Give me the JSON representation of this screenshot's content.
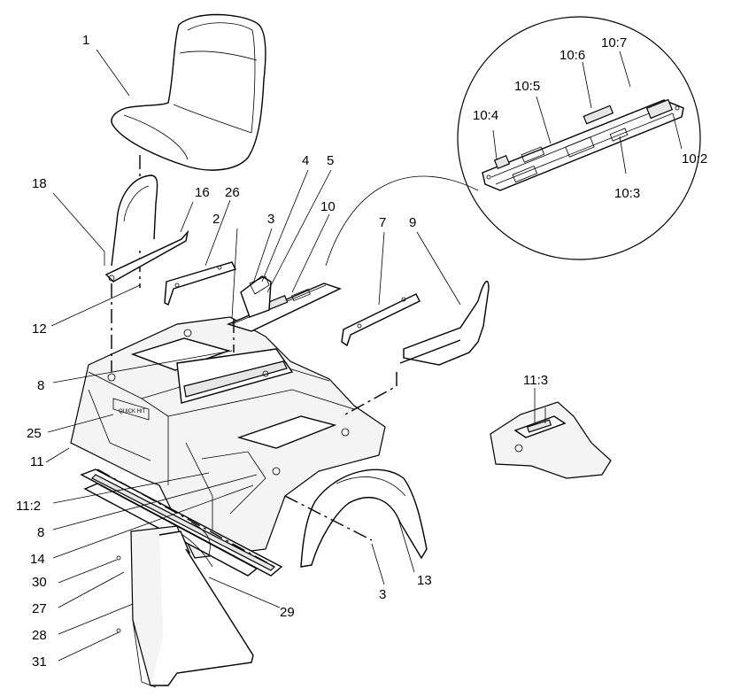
{
  "callouts": [
    {
      "id": "1",
      "text": "1"
    },
    {
      "id": "2",
      "text": "2"
    },
    {
      "id": "3a",
      "text": "3"
    },
    {
      "id": "3b",
      "text": "3"
    },
    {
      "id": "4",
      "text": "4"
    },
    {
      "id": "5",
      "text": "5"
    },
    {
      "id": "7",
      "text": "7"
    },
    {
      "id": "8a",
      "text": "8"
    },
    {
      "id": "8b",
      "text": "8"
    },
    {
      "id": "9",
      "text": "9"
    },
    {
      "id": "10",
      "text": "10"
    },
    {
      "id": "10_2",
      "text": "10:2"
    },
    {
      "id": "10_3",
      "text": "10:3"
    },
    {
      "id": "10_4",
      "text": "10:4"
    },
    {
      "id": "10_5",
      "text": "10:5"
    },
    {
      "id": "10_6",
      "text": "10:6"
    },
    {
      "id": "10_7",
      "text": "10:7"
    },
    {
      "id": "11",
      "text": "11"
    },
    {
      "id": "11_2",
      "text": "11:2"
    },
    {
      "id": "11_3",
      "text": "11:3"
    },
    {
      "id": "12",
      "text": "12"
    },
    {
      "id": "13",
      "text": "13"
    },
    {
      "id": "14",
      "text": "14"
    },
    {
      "id": "16",
      "text": "16"
    },
    {
      "id": "18",
      "text": "18"
    },
    {
      "id": "25",
      "text": "25"
    },
    {
      "id": "26",
      "text": "26"
    },
    {
      "id": "27",
      "text": "27"
    },
    {
      "id": "28",
      "text": "28"
    },
    {
      "id": "29",
      "text": "29"
    },
    {
      "id": "30",
      "text": "30"
    },
    {
      "id": "31",
      "text": "31"
    }
  ],
  "decal_text": "QUICK HIT"
}
